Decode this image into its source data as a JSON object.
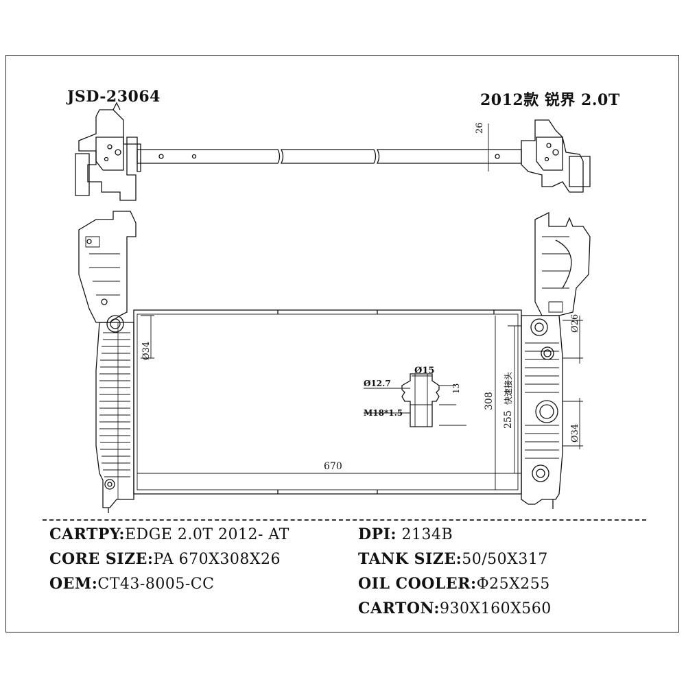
{
  "header": {
    "part_number": "JSD-23064",
    "model_title": "2012款 锐界 2.0T"
  },
  "dimensions": {
    "core_width": "670",
    "core_height": "308",
    "oil_cooler_length": "255",
    "bracket_width": "26",
    "inlet_diameter": "Ø34",
    "outlet_diameter": "Ø34",
    "cooler_port_diameter": "Ø26",
    "fitting_outer_diameter": "Ø15",
    "fitting_inner_diameter": "Ø12.7",
    "fitting_height": "13",
    "fitting_thread": "M18*1.5",
    "quick_connector_label": "快速接头"
  },
  "specs": {
    "cartpy_key": "CARTPY:",
    "cartpy_val": "EDGE 2.0T 2012- AT",
    "core_key": "CORE SIZE:",
    "core_val": "PA 670X308X26",
    "oem_key": "OEM:",
    "oem_val": "CT43-8005-CC",
    "dpi_key": "DPI:",
    "dpi_val": "2134B",
    "tank_key": "TANK SIZE:",
    "tank_val": "50/50X317",
    "oil_key": "OIL COOLER:",
    "oil_val": "Φ25X255",
    "carton_key": "CARTON:",
    "carton_val": "930X160X560"
  }
}
